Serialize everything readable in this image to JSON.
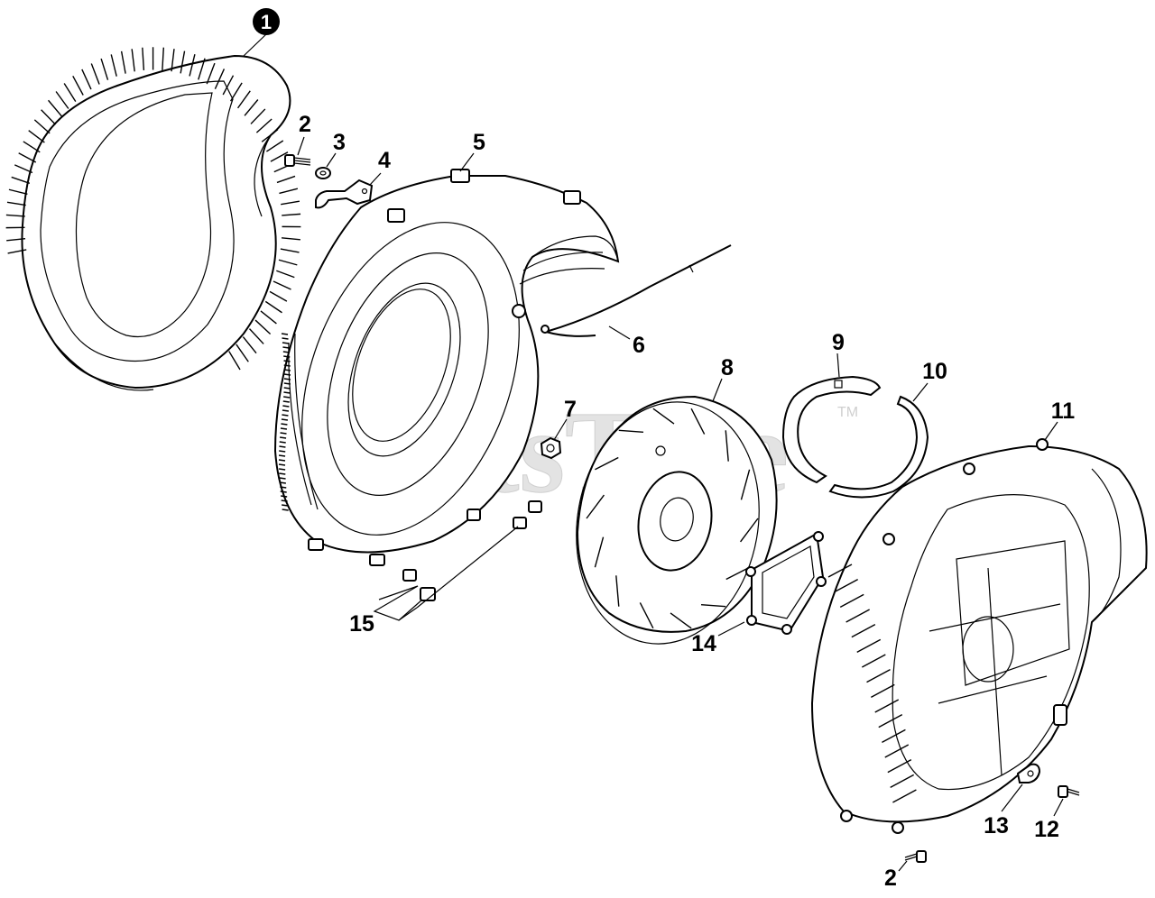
{
  "watermark": {
    "text": "PartsTree",
    "trademark": "TM"
  },
  "callouts": {
    "c1": "1",
    "c2a": "2",
    "c3": "3",
    "c4": "4",
    "c5": "5",
    "c6": "6",
    "c7": "7",
    "c8": "8",
    "c9": "9",
    "c10": "10",
    "c11": "11",
    "c12": "12",
    "c13": "13",
    "c14": "14",
    "c15": "15",
    "c2b": "2"
  },
  "icons": {
    "part-1": "blower-housing-ring-icon",
    "part-2": "screw-icon",
    "part-3": "washer-icon",
    "part-4": "bracket-icon",
    "part-5": "fan-case-icon",
    "part-6": "wire-cable-icon",
    "part-7": "nut-icon",
    "part-8": "impeller-fan-icon",
    "part-9": "retainer-ring-icon",
    "part-10": "retainer-ring-icon",
    "part-11": "fan-cover-icon",
    "part-12": "screw-icon",
    "part-13": "clamp-icon",
    "part-14": "plate-icon",
    "part-15": "clip-icon"
  },
  "colors": {
    "line": "#000000",
    "background": "#ffffff",
    "watermark": "#e3e3e3"
  }
}
